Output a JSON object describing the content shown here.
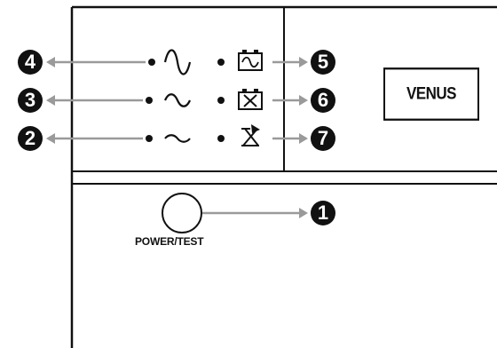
{
  "panel": {
    "brand_label": "VENUS",
    "power_button_label": "POWER/TEST"
  },
  "callouts": {
    "n1": "1",
    "n2": "2",
    "n3": "3",
    "n4": "4",
    "n5": "5",
    "n6": "6",
    "n7": "7"
  },
  "indicators_left": [
    {
      "row": 1,
      "icon": "sine-wave-large-icon",
      "callout": "4"
    },
    {
      "row": 2,
      "icon": "sine-wave-medium-icon",
      "callout": "3"
    },
    {
      "row": 3,
      "icon": "sine-wave-small-icon",
      "callout": "2"
    }
  ],
  "indicators_right": [
    {
      "row": 1,
      "icon": "battery-ac-icon",
      "callout": "5"
    },
    {
      "row": 2,
      "icon": "battery-fault-icon",
      "callout": "6"
    },
    {
      "row": 3,
      "icon": "fan-fault-icon",
      "callout": "7"
    }
  ],
  "colors": {
    "line": "#111111",
    "arrow": "#9a9a9a",
    "callout_fill": "#111111"
  }
}
